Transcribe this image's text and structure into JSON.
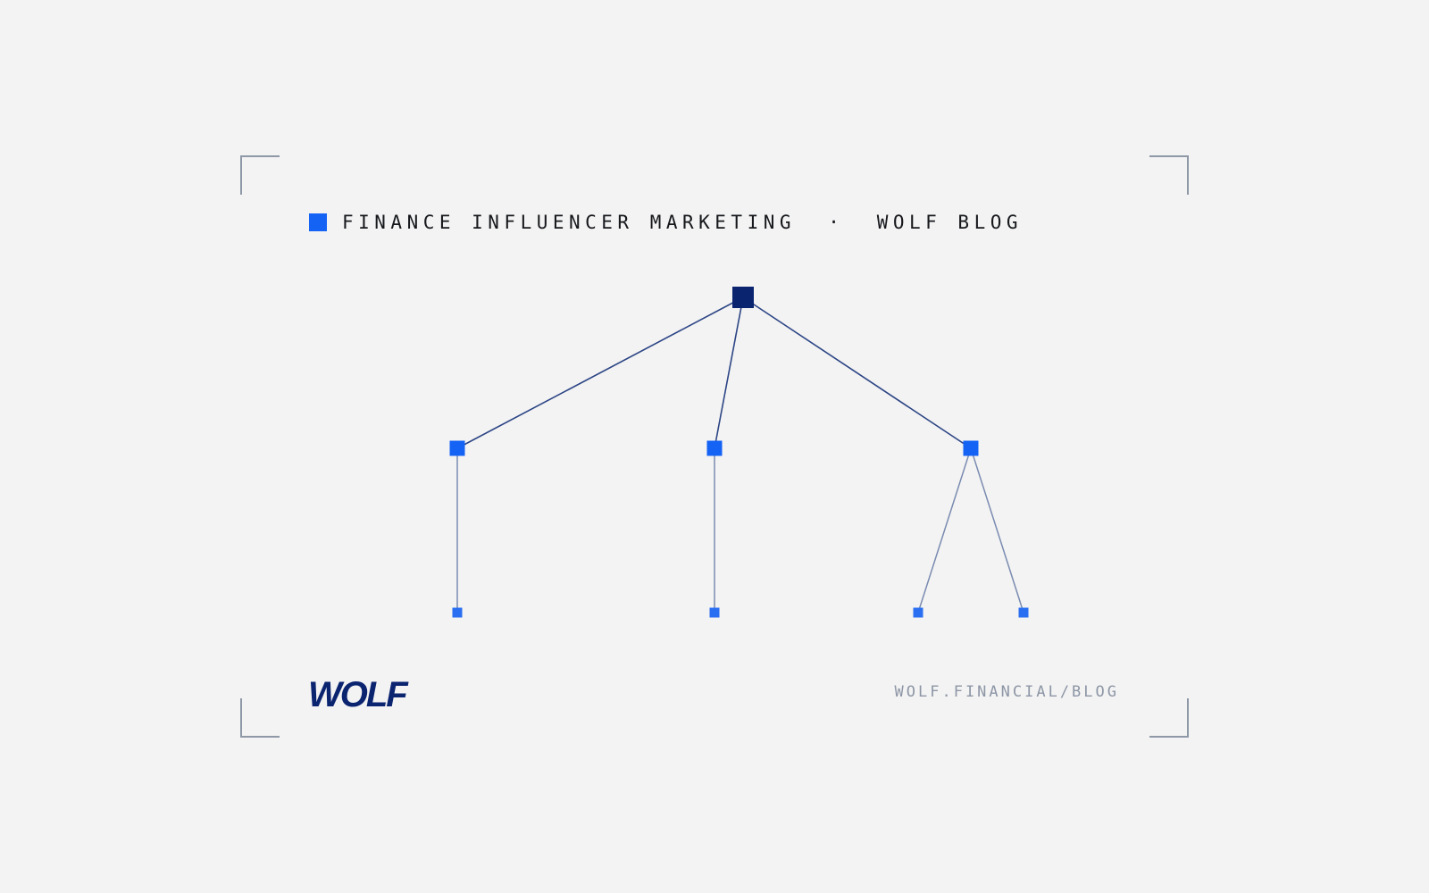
{
  "header": {
    "label": "FINANCE INFLUENCER MARKETING  ·  WOLF BLOG"
  },
  "brand": {
    "logo_text": "WOLF",
    "url": "WOLF.FINANCIAL/BLOG"
  },
  "colors": {
    "background": "#f3f3f3",
    "accent": "#1463f5",
    "root_node": "#0b2470",
    "edge_primary": "#2c4585",
    "edge_secondary": "#7a8bb1",
    "frame": "#8e98a6",
    "muted_text": "#8d96a6"
  },
  "diagram": {
    "type": "tree",
    "root": {
      "id": "root",
      "children": [
        {
          "id": "branch-1",
          "children": [
            {
              "id": "leaf-1"
            }
          ]
        },
        {
          "id": "branch-2",
          "children": [
            {
              "id": "leaf-2"
            }
          ]
        },
        {
          "id": "branch-3",
          "children": [
            {
              "id": "leaf-3"
            },
            {
              "id": "leaf-4"
            }
          ]
        }
      ]
    }
  }
}
